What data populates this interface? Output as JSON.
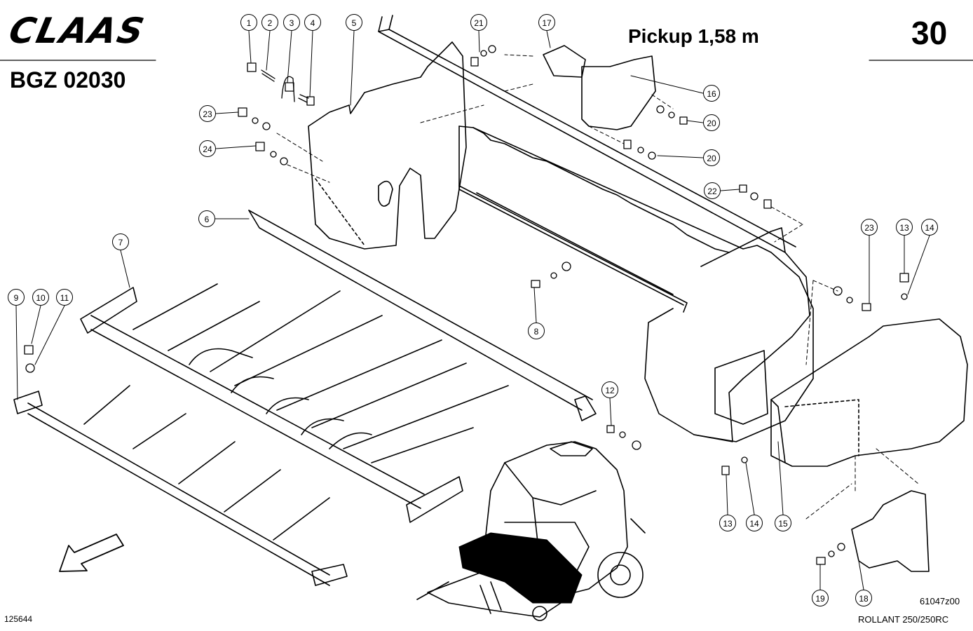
{
  "header": {
    "brand_logo": "CLAAS",
    "model_code": "BGZ 02030",
    "title": "Pickup 1,58 m",
    "page_number": "30"
  },
  "footer": {
    "left_code": "125644",
    "right_code": "61047z00",
    "machine": "ROLLANT 250/250RC"
  },
  "callouts": [
    "1",
    "2",
    "3",
    "4",
    "5",
    "21",
    "17",
    "16",
    "20",
    "20",
    "23",
    "24",
    "6",
    "7",
    "9",
    "10",
    "11",
    "8",
    "22",
    "23",
    "13",
    "14",
    "12",
    "13",
    "14",
    "15",
    "19",
    "18"
  ],
  "icons": {
    "direction": "arrow-down-left-icon"
  }
}
